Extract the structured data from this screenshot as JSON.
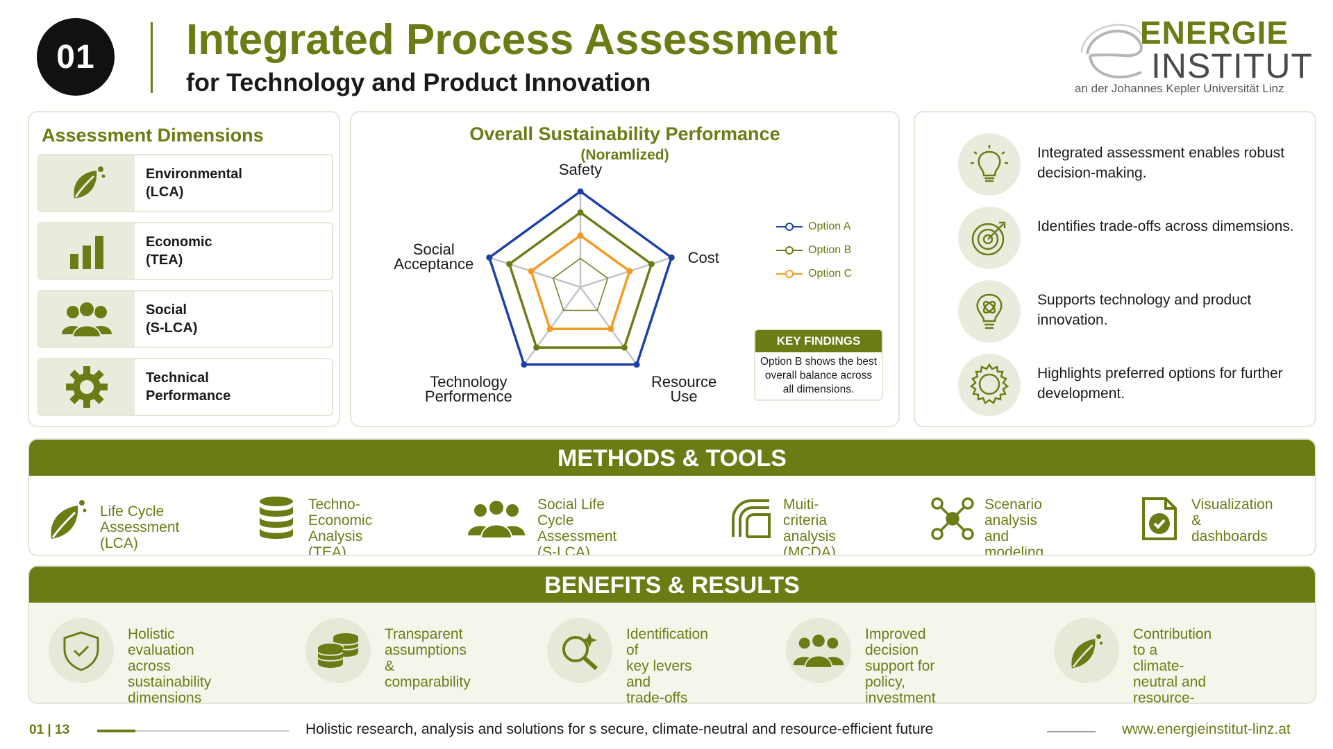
{
  "header": {
    "badge": "01",
    "title": "Integrated Process Assessment",
    "subtitle": "for Technology and Product Innovation"
  },
  "logo": {
    "line1": "ENERGIE",
    "line2": "INSTITUT",
    "line3": "an der Johannes Kepler Universität Linz"
  },
  "dimensions": {
    "title": "Assessment Dimensions",
    "items": [
      {
        "label": "Environmental\n(LCA)",
        "icon": "leaf-icon"
      },
      {
        "label": "Economic\n(TEA)",
        "icon": "bar-chart-icon"
      },
      {
        "label": "Social\n(S-LCA)",
        "icon": "people-icon"
      },
      {
        "label": "Technical\nPerformance",
        "icon": "gear-icon"
      }
    ]
  },
  "radar": {
    "title": "Overall Sustainability Performance",
    "subtitle": "(Noramlized)",
    "key_findings_title": "KEY FINDINGS",
    "key_findings_text": "Option B shows the best overall balance across all dimensions."
  },
  "chart_data": {
    "type": "radar",
    "title": "Overall Sustainability Performance",
    "subtitle": "(Noramlized)",
    "axes": [
      "Safety",
      "Cost",
      "Resource\nUse",
      "Technology\nPerformence",
      "Social\nAcceptance"
    ],
    "range": [
      0,
      1
    ],
    "grid": true,
    "legend": "right",
    "series": [
      {
        "name": "Option A",
        "color": "#1c3fa8",
        "values": [
          1.0,
          1.0,
          1.0,
          1.0,
          1.0
        ]
      },
      {
        "name": "Option B",
        "color": "#6b7c15",
        "values": [
          0.78,
          0.78,
          0.78,
          0.78,
          0.78
        ]
      },
      {
        "name": "Option C",
        "color": "#f39a1f",
        "values": [
          0.54,
          0.54,
          0.54,
          0.54,
          0.54
        ]
      }
    ]
  },
  "insights": [
    {
      "text": "Integrated assessment enables robust decision-making.",
      "icon": "lightbulb-icon"
    },
    {
      "text": "Identifies trade-offs across dimemsions.",
      "icon": "target-icon"
    },
    {
      "text": "Supports technology and product innovation.",
      "icon": "innovation-bulb-icon"
    },
    {
      "text": "Highlights preferred options for further development.",
      "icon": "gear-outline-icon"
    }
  ],
  "methods": {
    "title": "METHODS & TOOLS",
    "items": [
      {
        "label": "Life Cycle\nAssessment (LCA)",
        "icon": "leaf-icon"
      },
      {
        "label": "Techno-Economic\nAnalysis (TEA)",
        "icon": "database-icon"
      },
      {
        "label": "Social Life Cycle\nAssessment (S-LCA)",
        "icon": "people-icon"
      },
      {
        "label": "Muiti-criteria\nanalysis (MCDA)",
        "icon": "layers-icon"
      },
      {
        "label": "Scenario analysis\nand modeling",
        "icon": "network-icon"
      },
      {
        "label": "Visualization &\ndashboards",
        "icon": "document-check-icon"
      }
    ]
  },
  "benefits": {
    "title": "BENEFITS & RESULTS",
    "items": [
      {
        "label": "Holistic evaluation\nacross sustainability\ndimensions",
        "icon": "shield-check-icon"
      },
      {
        "label": "Transparent\nassumptions &\ncomparability",
        "icon": "coins-icon"
      },
      {
        "label": "Identification of\nkey levers and\ntrade-offs",
        "icon": "magnifier-spark-icon"
      },
      {
        "label": "Improved decision\nsupport for policy,\ninvestment and R&D",
        "icon": "people-icon"
      },
      {
        "label": "Contribution to a\nclimate-neutral and\nresource-effiant future",
        "icon": "leaf-icon"
      }
    ]
  },
  "footer": {
    "page": "01 | 13",
    "progress": 0.2,
    "tagline": "Holistic research, analysis and solutions for s secure, climate-neutral and resource-efficient future",
    "url": "www.energieinstitut-linz.at"
  },
  "colors": {
    "accent": "#6b7c15",
    "option_a": "#1c3fa8",
    "option_b": "#6b7c15",
    "option_c": "#f39a1f"
  }
}
